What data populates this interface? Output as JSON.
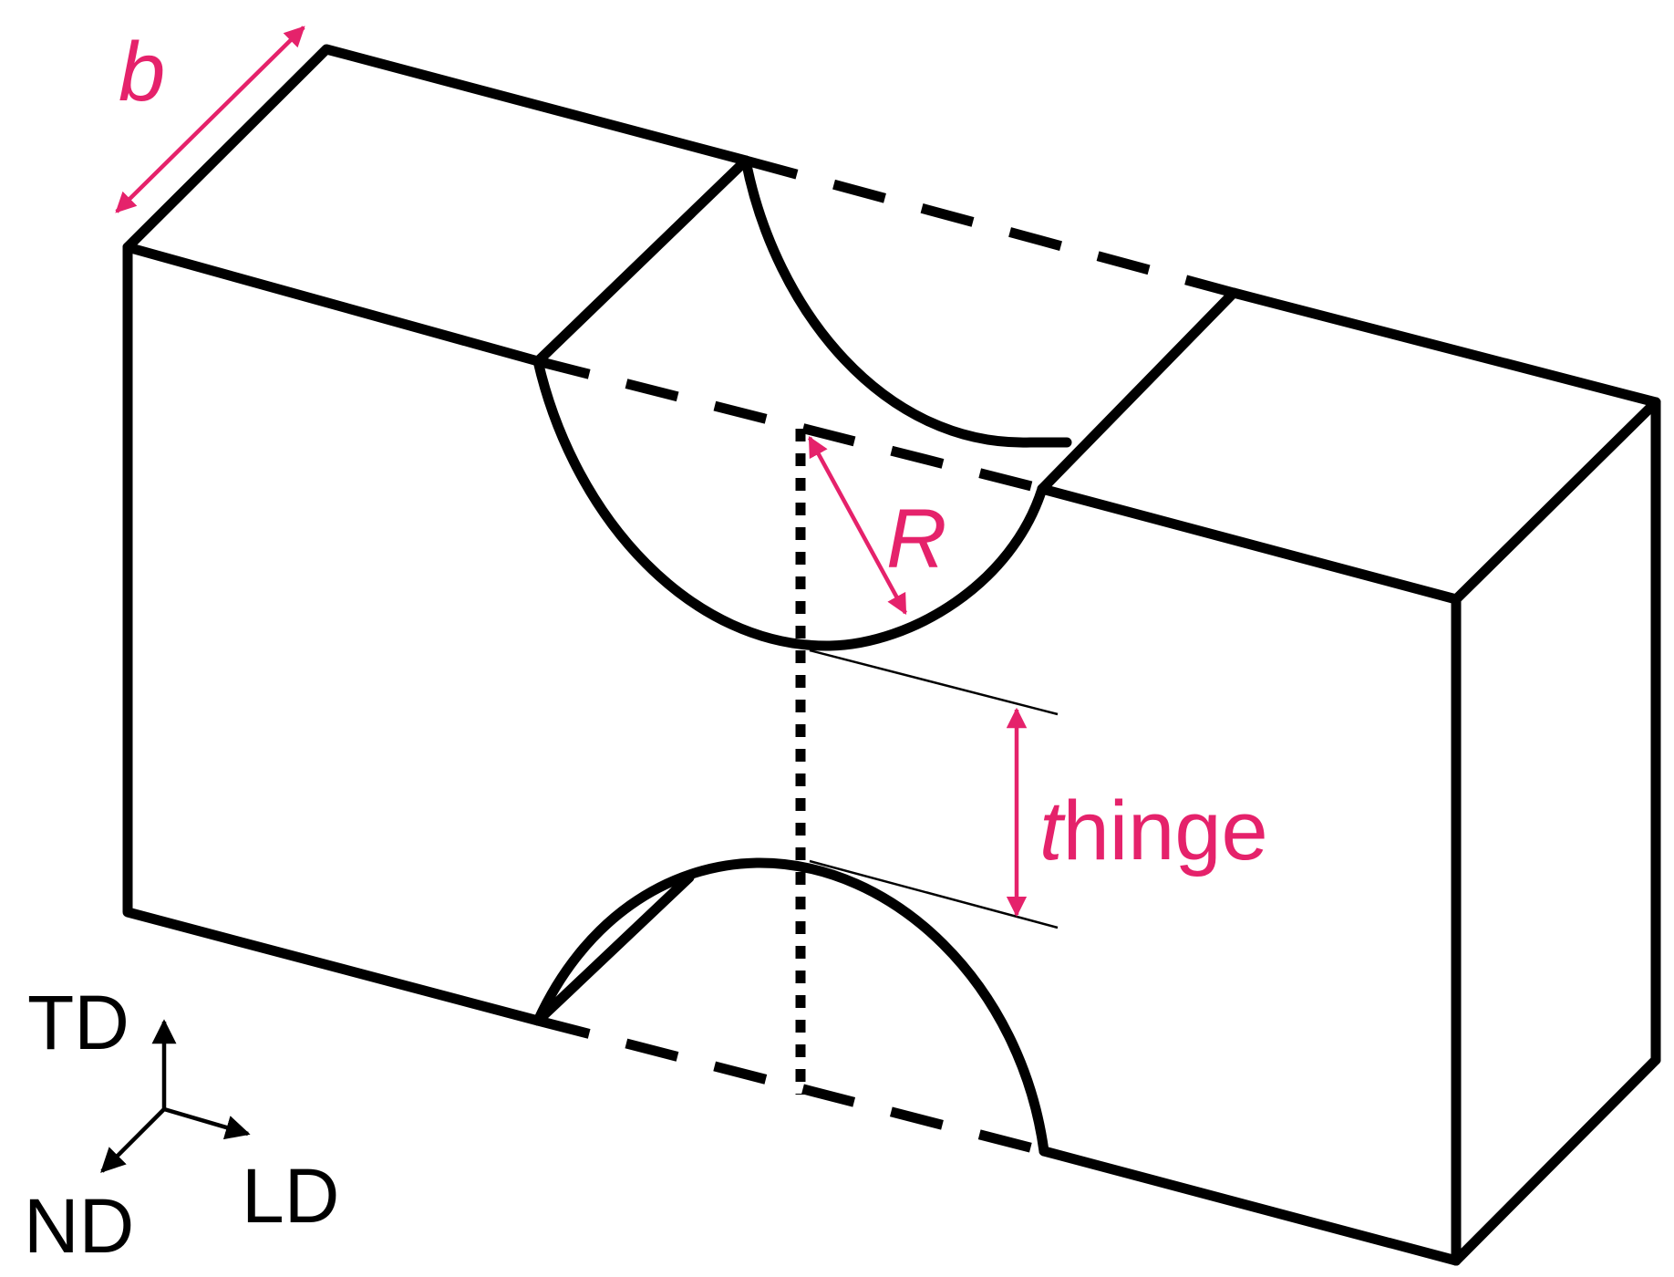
{
  "labels": {
    "width": "b",
    "radius": "R",
    "thickness_main": "t",
    "thickness_sub": "hinge"
  },
  "axes": {
    "td": "TD",
    "nd": "ND",
    "ld": "LD"
  },
  "colors": {
    "accent": "#e5226b",
    "line": "#000000"
  }
}
